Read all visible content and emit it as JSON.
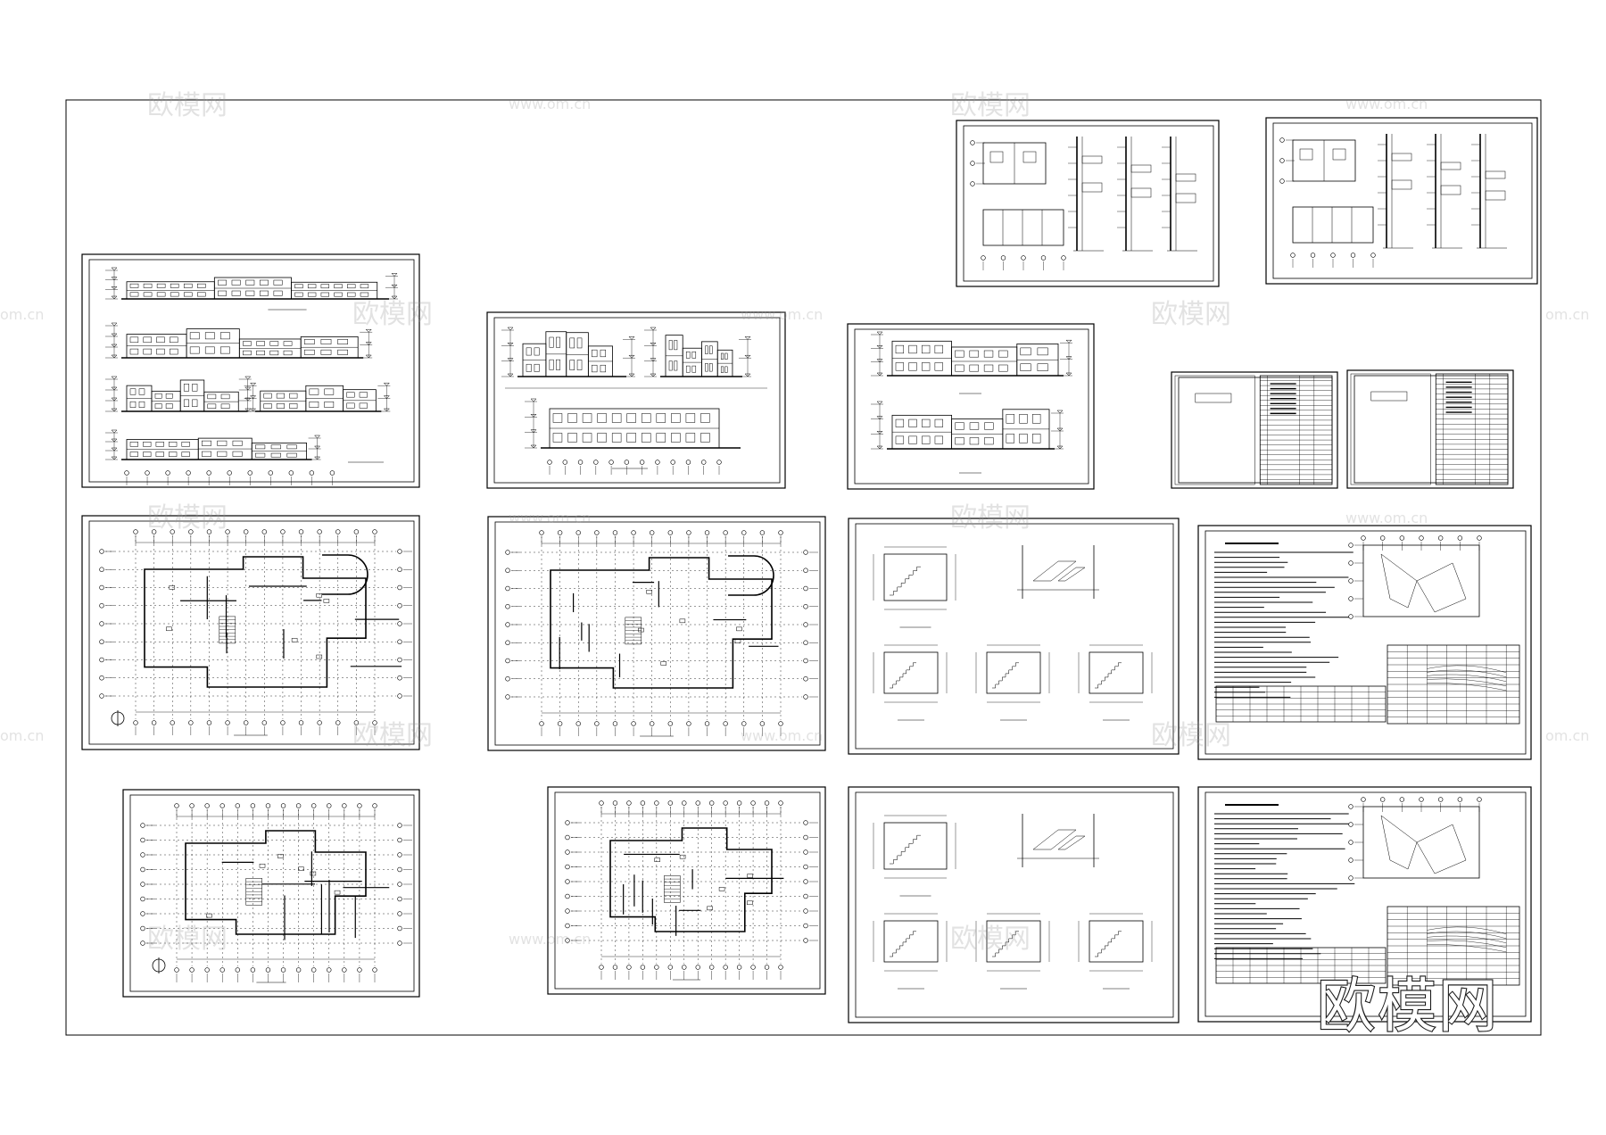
{
  "watermark": {
    "brand": "欧模网",
    "url": "www.om.cn",
    "url_partial": "om.cn"
  },
  "stamp": {
    "text": "欧模网"
  },
  "sheets": [
    {
      "id": "elevations-1",
      "name": "elevations-sheet-1"
    },
    {
      "id": "elevations-2",
      "name": "elevations-sheet-2"
    },
    {
      "id": "elevations-3",
      "name": "elevations-sheet-3"
    },
    {
      "id": "details-1",
      "name": "wall-details-sheet-1"
    },
    {
      "id": "details-2",
      "name": "wall-details-sheet-2"
    },
    {
      "id": "cover-1",
      "name": "cover-sheet-1"
    },
    {
      "id": "cover-2",
      "name": "cover-sheet-2"
    },
    {
      "id": "plan-1",
      "name": "floor-plan-1"
    },
    {
      "id": "plan-2",
      "name": "floor-plan-2"
    },
    {
      "id": "plan-3",
      "name": "floor-plan-3"
    },
    {
      "id": "plan-4",
      "name": "floor-plan-4"
    },
    {
      "id": "stairs-1",
      "name": "stair-details-1"
    },
    {
      "id": "stairs-2",
      "name": "stair-details-2"
    },
    {
      "id": "notes-1",
      "name": "design-notes-1"
    },
    {
      "id": "notes-2",
      "name": "design-notes-2"
    }
  ]
}
